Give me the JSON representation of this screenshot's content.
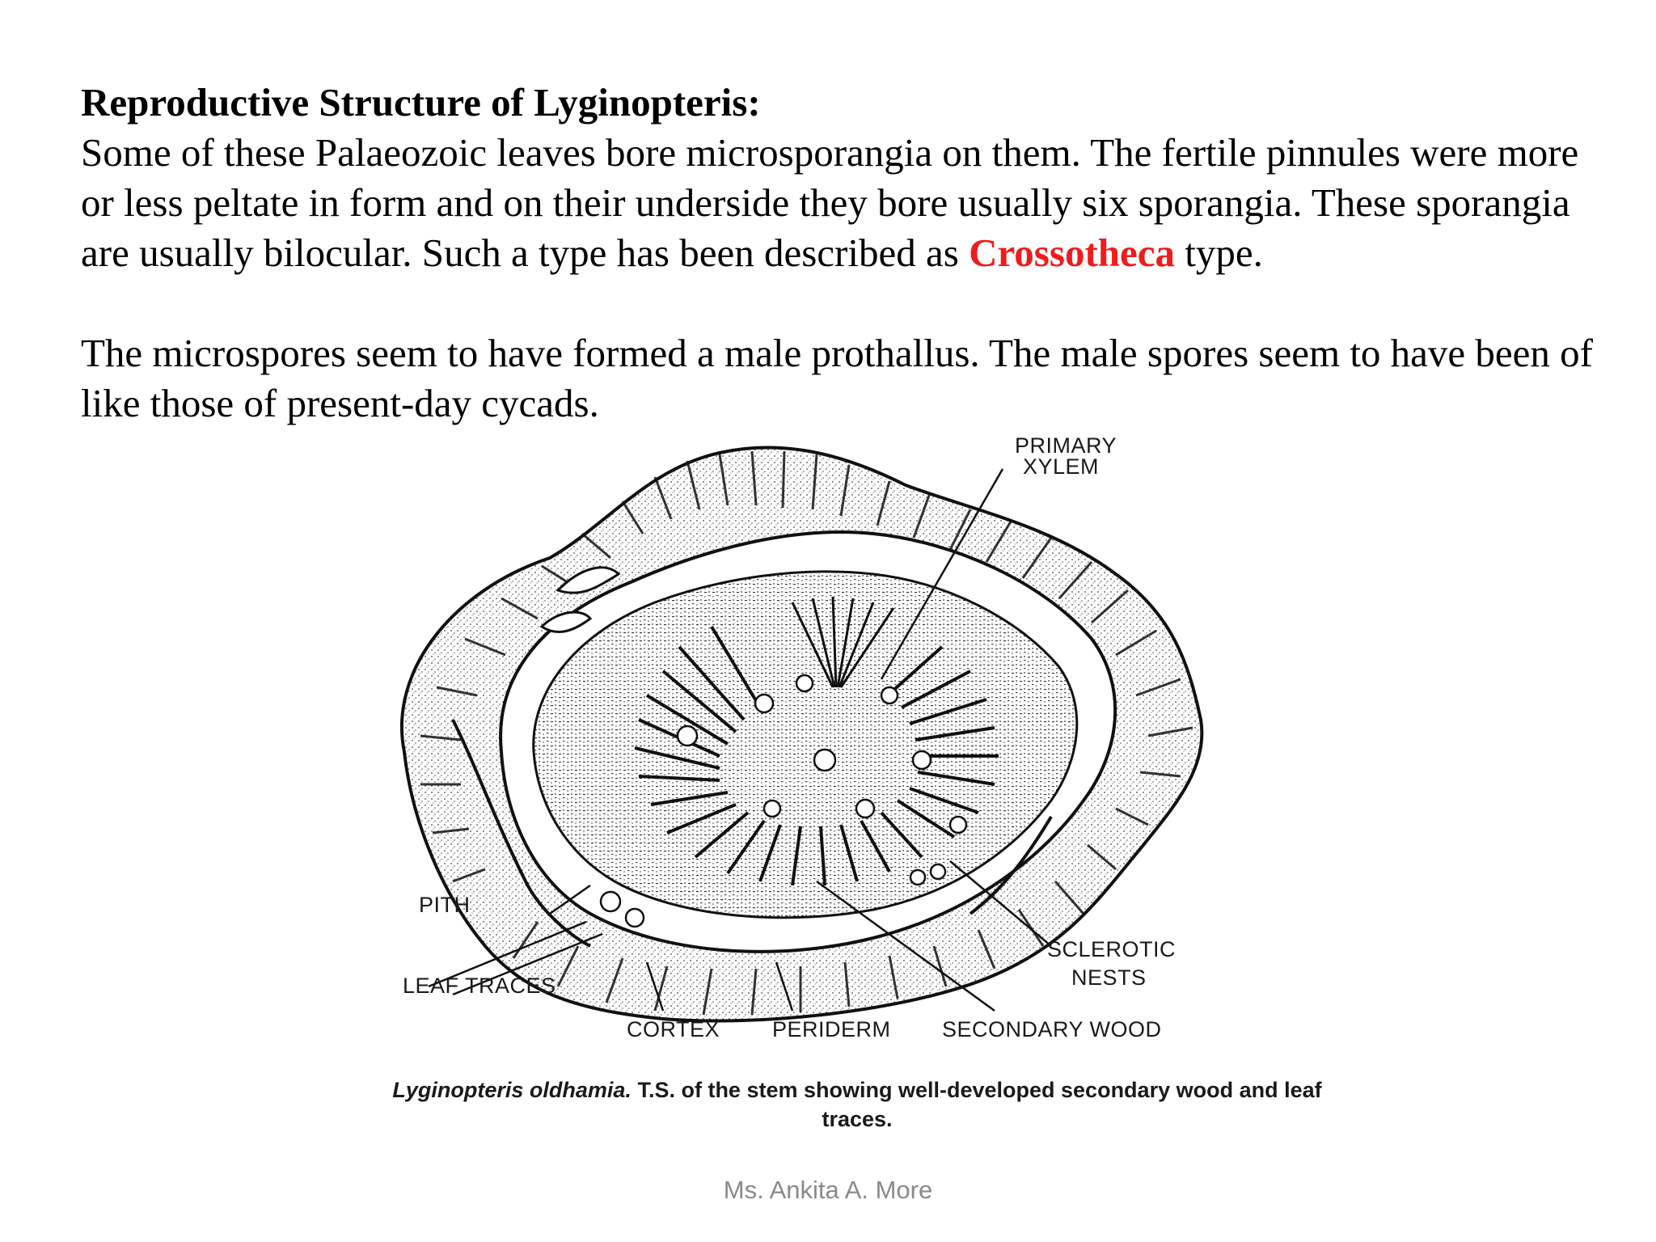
{
  "slide": {
    "heading": "Reproductive Structure of Lyginopteris:",
    "paragraph1_before": "Some of these Palaeozoic leaves bore microsporangia on them. The fertile pinnules were more or less peltate in form and on their underside they bore usually six sporangia. These sporangia are usually bilocular. Such a type has been described as",
    "paragraph1_highlight": "Crossotheca",
    "paragraph1_after": "type.",
    "paragraph2": "The microspores seem to have formed a male prothallus. The male spores seem to have been of like those of present-day cycads.",
    "highlight_color": "#ee1c1c"
  },
  "figure": {
    "labels": {
      "primary_xylem_1": "PRIMARY",
      "primary_xylem_2": "XYLEM",
      "pith": "PITH",
      "leaf_traces": "LEAF TRACES",
      "sclerotic_nests_1": "SCLEROTIC",
      "sclerotic_nests_2": "NESTS",
      "cortex": "CORTEX",
      "periderm": "PERIDERM",
      "secondary_wood": "SECONDARY WOOD"
    },
    "caption_italic": "Lyginopteris oldhamia.",
    "caption_rest": "T.S. of the stem showing well-developed secondary wood and leaf traces."
  },
  "footer": {
    "author": "Ms. Ankita A. More"
  }
}
